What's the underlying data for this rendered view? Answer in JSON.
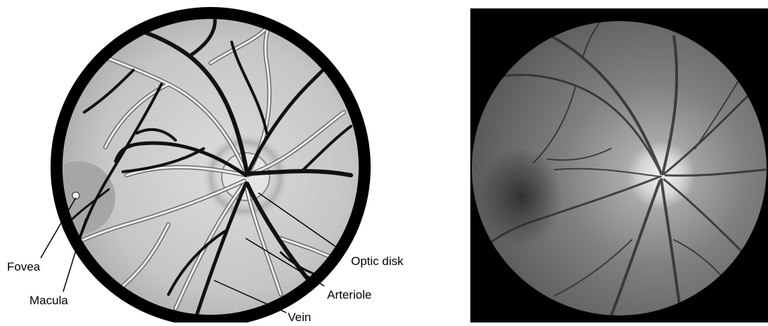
{
  "labels": {
    "fovea": "Fovea",
    "macula": "Macula",
    "optic_disk": "Optic disk",
    "arteriole": "Arteriole",
    "vein": "Vein"
  },
  "colors": {
    "ring": "#000000",
    "fundus_fill": "#c8c8c8",
    "macula": "#a8a8a8",
    "vein": "#111111",
    "arteriole_fill": "#eeeeee",
    "arteriole_edge": "#6a6a6a",
    "photo_background": "#000000"
  }
}
